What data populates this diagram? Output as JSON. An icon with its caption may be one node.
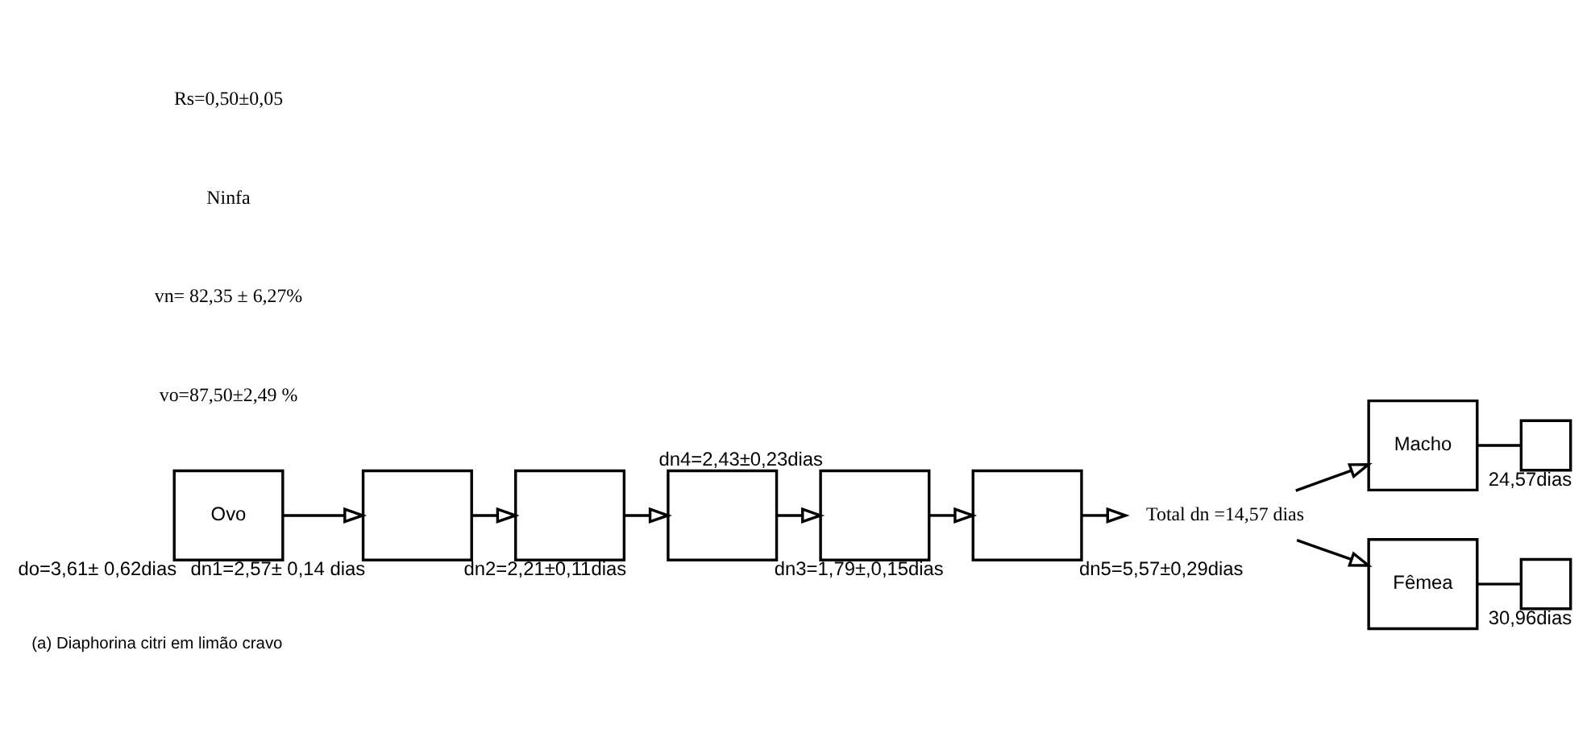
{
  "diagram": {
    "caption": "(a) Diaphorina citri em limão cravo",
    "nodes": [
      {
        "text": [
          "Ovo"
        ],
        "beside": [
          "do=3,61± 0,62dias"
        ]
      },
      {
        "text": [],
        "shape": "box",
        "beside": [
          "dn1=2,57± 0,14 dias"
        ]
      },
      {
        "text": [],
        "shape": "box",
        "beside": [
          "dn2=2,21±0,11dias"
        ]
      },
      {
        "text": [],
        "shape": "box",
        "beside": [
          "dn3=1,79±,0,15dias"
        ]
      },
      {
        "text": [],
        "shape": "box",
        "beside": [
          "dn4=2,43±0,23dias"
        ]
      },
      {
        "text": [],
        "shape": "box",
        "beside": [
          "dn5=5,57±0,29dias"
        ]
      },
      {
        "text": [
          "Total dn =14,57 dias"
        ]
      },
      {
        "text": [
          "Macho"
        ]
      },
      {
        "text": [
          "Fêmea"
        ]
      },
      {
        "text": [],
        "shape": "cross",
        "beside": [
          "24,57dias"
        ]
      },
      {
        "text": [],
        "shape": "cross",
        "beside": [
          "30,96dias"
        ]
      }
    ],
    "edges": [
      {
        "from": 0,
        "to": 1,
        "arrow": "to"
      },
      {
        "from": 1,
        "to": 2,
        "arrow": "to"
      },
      {
        "from": 2,
        "to": 3,
        "arrow": "to"
      },
      {
        "from": 3,
        "to": 4,
        "arrow": "to"
      },
      {
        "from": 4,
        "to": 5,
        "arrow": "to"
      },
      {
        "from": 5,
        "to": 6,
        "arrow": "to"
      },
      {
        "from": 6,
        "to": 7,
        "arrow": "to"
      },
      {
        "from": 6,
        "to": 8,
        "arrow": "to"
      },
      {
        "from": 7,
        "to": 9,
        "arrow": "none"
      },
      {
        "from": 8,
        "to": 10,
        "arrow": "none"
      }
    ],
    "labels": [
      "vo=87,50±2,49 %",
      "vn= 82,35 ± 6,27%",
      "Ninfa",
      "Rs=0,50±0,05"
    ]
  }
}
